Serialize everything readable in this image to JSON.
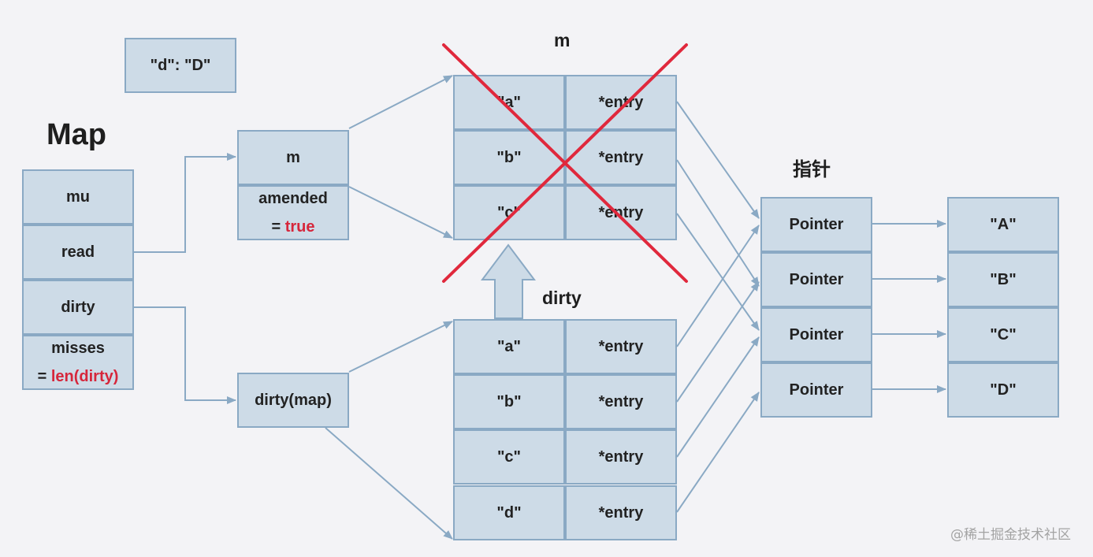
{
  "float_kv": "\"d\": \"D\"",
  "map": {
    "title": "Map",
    "mu": "mu",
    "read": "read",
    "dirty": "dirty",
    "misses": "misses",
    "misses_eq": "=",
    "misses_val": "len(dirty)"
  },
  "read_struct": {
    "m": "m",
    "amended": "amended",
    "amended_eq": "=",
    "amended_val": "true"
  },
  "dirty_map_label": "dirty(map)",
  "m_table": {
    "title": "m",
    "keys": [
      "\"a\"",
      "\"b\"",
      "\"c\""
    ],
    "values": [
      "*entry",
      "*entry",
      "*entry"
    ]
  },
  "dirty_table": {
    "title": "dirty",
    "keys": [
      "\"a\"",
      "\"b\"",
      "\"c\"",
      "\"d\""
    ],
    "values": [
      "*entry",
      "*entry",
      "*entry",
      "*entry"
    ]
  },
  "pointers": {
    "title": "指针",
    "items": [
      "Pointer",
      "Pointer",
      "Pointer",
      "Pointer"
    ]
  },
  "values": [
    "\"A\"",
    "\"B\"",
    "\"C\"",
    "\"D\""
  ],
  "colors": {
    "box_fill": "#cddbe7",
    "box_border": "#8aa9c4",
    "arrow": "#8aa9c4",
    "cross": "#e0283c",
    "highlight": "#d6263b"
  },
  "watermark": "@稀土掘金技术社区"
}
